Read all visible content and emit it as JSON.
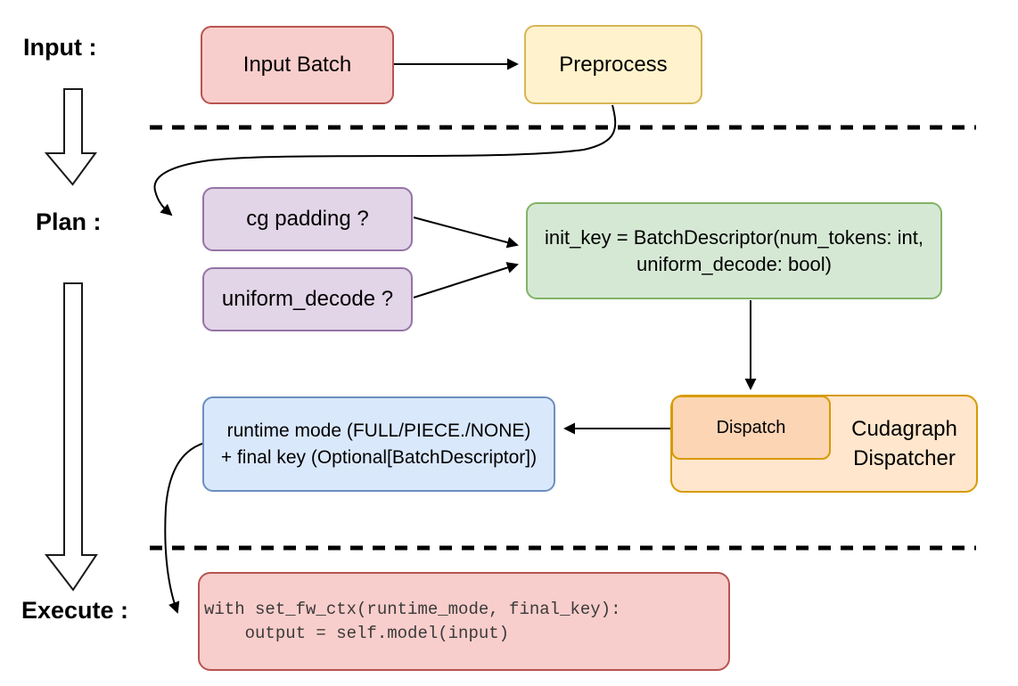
{
  "stage_labels": {
    "input": "Input :",
    "plan": "Plan :",
    "execute": "Execute :"
  },
  "nodes": {
    "input_batch": {
      "label": "Input Batch"
    },
    "preprocess": {
      "label": "Preprocess"
    },
    "cg_padding": {
      "label": "cg padding ?"
    },
    "uniform_decode": {
      "label": "uniform_decode ?"
    },
    "init_key": {
      "line1": "init_key = BatchDescriptor(num_tokens: int,",
      "line2": "uniform_decode: bool)"
    },
    "runtime_mode": {
      "line1": "runtime mode (FULL/PIECE./NONE)",
      "line2": "+ final key (Optional[BatchDescriptor])"
    },
    "dispatch": {
      "label": "Dispatch"
    },
    "cudagraph_dispatcher": {
      "line1": "Cudagraph",
      "line2": "Dispatcher"
    },
    "execute_code": {
      "line1": "with set_fw_ctx(runtime_mode, final_key):",
      "line2": "    output = self.model(input)"
    }
  },
  "colors": {
    "red_fill": "#f8cecc",
    "red_stroke": "#b85450",
    "yellow_fill": "#fff2cc",
    "yellow_stroke": "#d6b656",
    "purple_fill": "#e1d5e7",
    "purple_stroke": "#9673a6",
    "green_fill": "#d5e8d4",
    "green_stroke": "#82b366",
    "orange_fill": "#ffe6cc",
    "orange_inner_fill": "#fcd5b5",
    "orange_stroke": "#d79b00",
    "blue_fill": "#dae8fc",
    "blue_stroke": "#6c8ebf",
    "arrow": "#000000",
    "background": "#ffffff"
  }
}
